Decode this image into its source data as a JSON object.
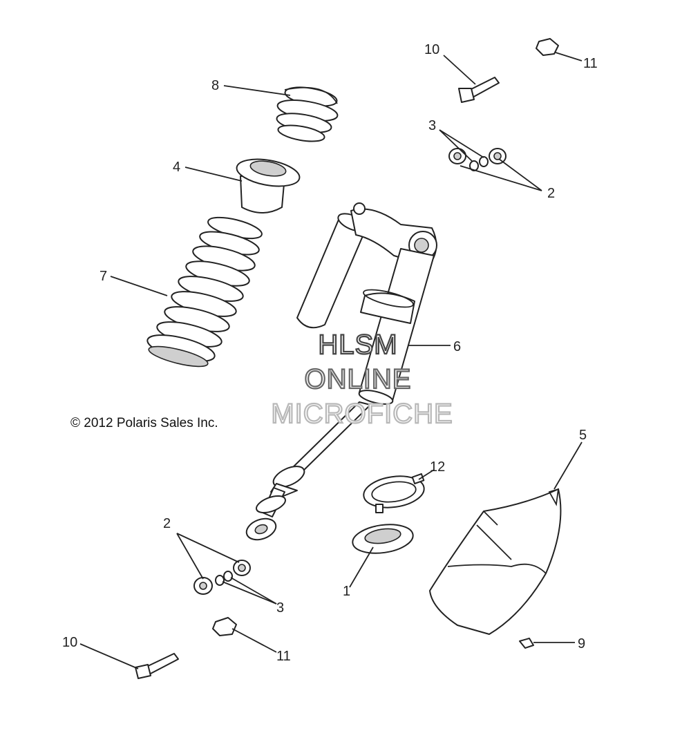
{
  "copyright": "© 2012 Polaris Sales Inc.",
  "watermark": [
    "HLSM",
    "ONLINE",
    "MICROFICHE"
  ],
  "colors": {
    "ink": "#222222",
    "watermark_dark": "#444444",
    "watermark_mid": "#666666",
    "watermark_light": "#b8b8b8"
  },
  "callouts": [
    {
      "id": "c10a",
      "label": "10"
    },
    {
      "id": "c11a",
      "label": "11"
    },
    {
      "id": "c8",
      "label": "8"
    },
    {
      "id": "c3a",
      "label": "3"
    },
    {
      "id": "c4",
      "label": "4"
    },
    {
      "id": "c2a",
      "label": "2"
    },
    {
      "id": "c7",
      "label": "7"
    },
    {
      "id": "c6",
      "label": "6"
    },
    {
      "id": "c5",
      "label": "5"
    },
    {
      "id": "c12",
      "label": "12"
    },
    {
      "id": "c2b",
      "label": "2"
    },
    {
      "id": "c1",
      "label": "1"
    },
    {
      "id": "c3b",
      "label": "3"
    },
    {
      "id": "c10b",
      "label": "10"
    },
    {
      "id": "c11b",
      "label": "11"
    },
    {
      "id": "c9",
      "label": "9"
    }
  ]
}
